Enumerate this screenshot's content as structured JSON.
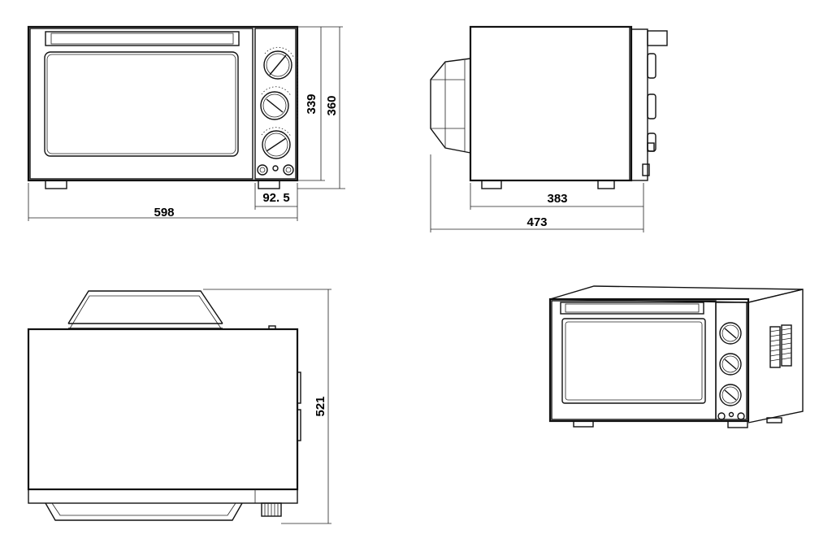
{
  "dimensions": {
    "overall_width": "598",
    "control_panel_width": "92. 5",
    "body_height": "339",
    "overall_height": "360",
    "body_depth": "383",
    "overall_depth": "473",
    "top_depth": "521"
  },
  "views": [
    "front-view",
    "side-view",
    "top-view",
    "isometric-view"
  ],
  "icons": {
    "knob": "rotary-knob-icon",
    "foot": "foot-icon",
    "handle": "door-handle-icon",
    "vent": "vent-slots-icon"
  },
  "colors": {
    "line": "#111111",
    "background": "#ffffff"
  }
}
